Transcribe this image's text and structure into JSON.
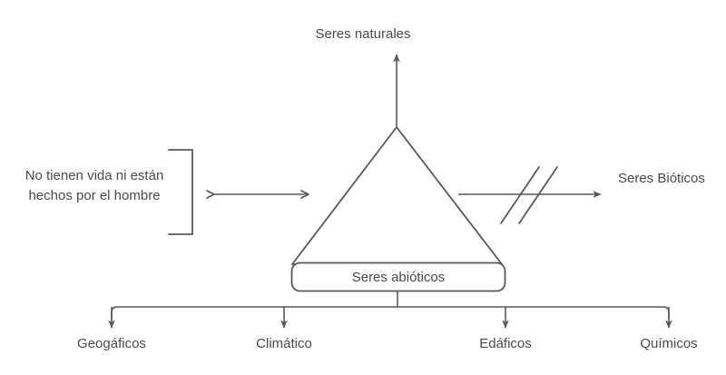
{
  "diagram": {
    "title": "Seres naturales",
    "colors": {
      "stroke": "#595959",
      "text": "#4a4a4a",
      "divider": "#b0b0b0",
      "background": "#ffffff"
    },
    "top_divider_label": "Seres naturales",
    "left_note": "No tienen vida ni están hechos por el hombre",
    "central_node": "Seres abióticos",
    "excluded_target": "Seres Bióticos",
    "branches": [
      {
        "label": "Geogáficos"
      },
      {
        "label": "Climático"
      },
      {
        "label": "Edáficos"
      },
      {
        "label": "Químicos"
      }
    ],
    "connectors": {
      "up_arrow": "arrow-up-to-seres-naturales",
      "double_arrow": "double-headed-arrow",
      "blocked_arrow": "blocked-arrow-to-seres-bioticos",
      "brace": "right-bracket"
    }
  }
}
